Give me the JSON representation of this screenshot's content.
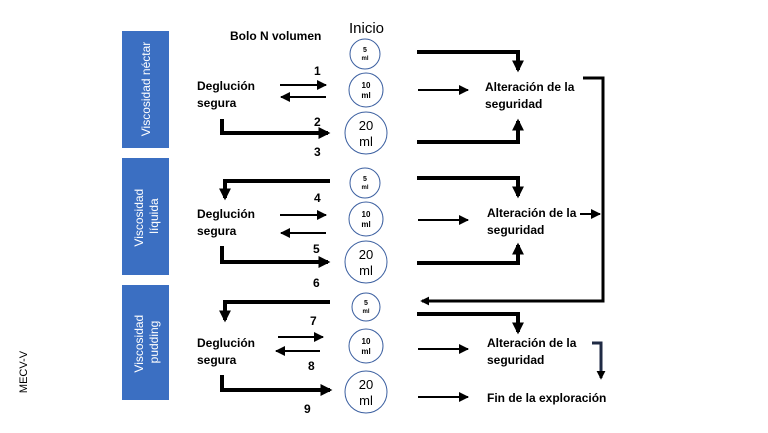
{
  "side_label": "MECV-V",
  "header": {
    "bolus_label": "Bolo N volumen",
    "start_label": "Inicio"
  },
  "blocks": [
    {
      "viscosity_label": [
        "Viscosidad néctar"
      ],
      "safe_label": [
        "Deglución",
        "segura"
      ],
      "volumes": [
        {
          "top": "5",
          "bottom": "ml"
        },
        {
          "top": "10",
          "bottom": "ml"
        },
        {
          "top": "20",
          "bottom": "ml"
        }
      ],
      "outcome": [
        "Alteración de la",
        "seguridad"
      ]
    },
    {
      "viscosity_label": [
        "Viscosidad",
        "líquida"
      ],
      "safe_label": [
        "Deglución",
        "segura"
      ],
      "volumes": [
        {
          "top": "5",
          "bottom": "ml"
        },
        {
          "top": "10",
          "bottom": "ml"
        },
        {
          "top": "20",
          "bottom": "ml"
        }
      ],
      "outcome": [
        "Alteración de la",
        "seguridad"
      ]
    },
    {
      "viscosity_label": [
        "Viscosidad",
        "pudding"
      ],
      "safe_label": [
        "Deglución",
        "segura"
      ],
      "volumes": [
        {
          "top": "5",
          "bottom": "ml"
        },
        {
          "top": "10",
          "bottom": "ml"
        },
        {
          "top": "20",
          "bottom": "ml"
        }
      ],
      "outcome": [
        "Alteración de la",
        "seguridad"
      ]
    }
  ],
  "step_numbers": [
    "1",
    "2",
    "3",
    "4",
    "5",
    "6",
    "7",
    "8",
    "9"
  ],
  "end_label": "Fin de la exploración",
  "colors": {
    "blue_box": "#3b6fc2",
    "circle_stroke": "#3b5fa0",
    "line": "#000000",
    "text": "#000000"
  }
}
